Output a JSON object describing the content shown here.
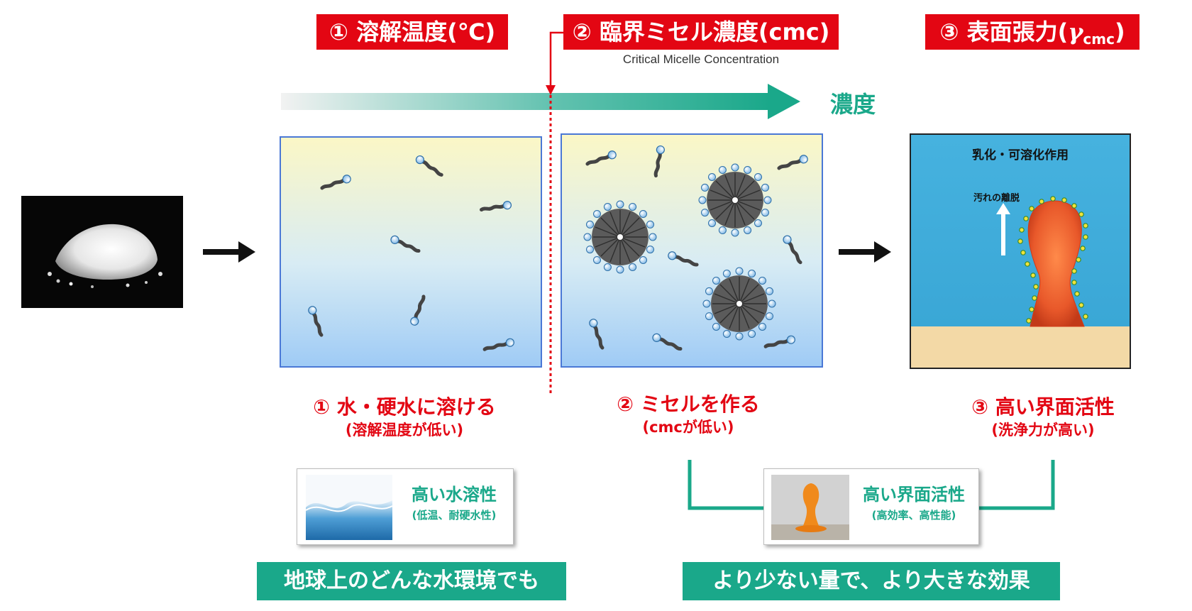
{
  "headers": {
    "h1": "① 溶解温度(℃)",
    "h2": "② 臨界ミセル濃度(cmc)",
    "h2_sub": "Critical Micelle Concentration",
    "h3_prefix": "③ 表面張力(",
    "h3_gamma": "γ",
    "h3_sub": "cmc",
    "h3_suffix": ")"
  },
  "concentration_label": "濃度",
  "emulsion": {
    "title": "乳化・可溶化作用",
    "arrow_label": "汚れの離脱"
  },
  "captions": {
    "c1_title": "① 水・硬水に溶ける",
    "c1_sub": "(溶解温度が低い)",
    "c2_title": "② ミセルを作る",
    "c2_sub": "(cmcが低い)",
    "c3_title": "③ 高い界面活性",
    "c3_sub": "(洗浄力が高い)"
  },
  "cards": {
    "water_title": "高い水溶性",
    "water_sub": "(低温、耐硬水性)",
    "surface_title": "高い界面活性",
    "surface_sub": "(高効率、高性能)"
  },
  "banners": {
    "left": "地球上のどんな水環境でも",
    "right": "より少ない量で、より大きな効果"
  },
  "colors": {
    "red": "#e30613",
    "teal": "#1aa88a",
    "panel_border": "#4a78d6"
  }
}
